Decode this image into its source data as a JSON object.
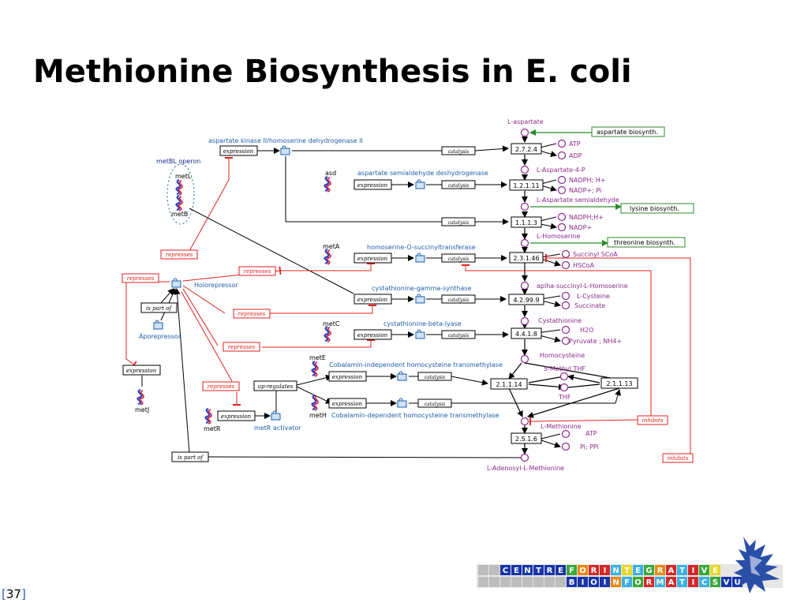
{
  "slide": {
    "title": "Methionine Biosynthesis in E. coli",
    "page_number": "37"
  },
  "pathway": {
    "metabolites": {
      "l_aspartate": "L-aspartate",
      "atp1": "ATP",
      "adp": "ADP",
      "l_aspartate_4_p": "L-Aspartate-4-P",
      "nadph_h1": "NADPH; H+",
      "nadp_pi": "NADP+; Pi",
      "l_aspartate_semialdehyde": "L-Aspartate semialdehyde",
      "nadph_h2": "NADPH;H+",
      "nadp": "NADP+",
      "l_homoserine": "L-Homoserine",
      "succinyl_scoa": "Succinyl SCoA",
      "hscoa": "HSCoA",
      "succinyl_homoserine": "aplha-succinyl-L-Homoserine",
      "l_cysteine": "L-Cysteine",
      "succinate": "Succinate",
      "cystathionine": "Cystathionine",
      "h2o": "H2O",
      "pyruvate_nh4": "Pyruvate ; NH4+",
      "homocysteine": "Homocysteine",
      "methyl_thf": "5-Methyl THF",
      "thf": "THF",
      "l_methionine": "L-Methionine",
      "atp2": "ATP",
      "pi_ppi": "Pi; PPi",
      "sam": "L-Adenosyl-L-Methionine"
    },
    "ec_numbers": {
      "ec1": "2.7.2.4",
      "ec2": "1.2.1.11",
      "ec3": "1.1.1.3",
      "ec4": "2.3.1.46",
      "ec5": "4.2.99.9",
      "ec6": "4.4.1.8",
      "ec7": "2.1.1.14",
      "ec8": "2.1.1.13",
      "ec9": "2.5.1.6"
    },
    "enzymes": {
      "askII": "aspartate kinase II/homoserine dehydrogenase II",
      "asd": "aspartate semialdehyde deshydrogenase",
      "metA": "homoserine-O-succinyltransferase",
      "metB": "cystathionine-gamma-synthase",
      "metC": "cystathionine-beta-lyase",
      "metE": "Cobalamin-independent homocysteine transmethylase",
      "metH": "Cobalamin-dependent homocysteine transmethylase",
      "holorepressor": "Holorepressor",
      "aporepressor": "Aporepressor",
      "metR_activator": "metR activator"
    },
    "genes": {
      "metBL_operon": "metBL operon",
      "metL": "metL",
      "metB": "metB",
      "asd": "asd",
      "metA": "metA",
      "metC": "metC",
      "metE": "metE",
      "metH": "metH",
      "metJ": "metJ",
      "metR": "metR"
    },
    "other_pathways": {
      "aspartate_biosynth": "aspartate biosynth.",
      "lysine_biosynth": "lysine biosynth.",
      "threonine_biosynth": "threonine biosynth."
    },
    "relations": {
      "expression": "expression",
      "catalysis": "catalysis",
      "represses": "represses",
      "is_part_of": "is part of",
      "up_regulates": "up-regulates",
      "inhibits": "inhibits"
    }
  },
  "logo": {
    "row1": [
      "C",
      "E",
      "N",
      "T",
      "R",
      "E",
      "F",
      "O",
      "R",
      "I",
      "N",
      "T",
      "E",
      "G",
      "R",
      "A",
      "T",
      "I",
      "V",
      "E"
    ],
    "row2": [
      "B",
      "I",
      "O",
      "I",
      "N",
      "F",
      "O",
      "R",
      "M",
      "A",
      "T",
      "I",
      "C",
      "S",
      "V",
      "U"
    ],
    "colors": {
      "c_blue": "#1a35a8",
      "c_green": "#3aa83a",
      "c_orange": "#e88a18",
      "c_red": "#d42828",
      "c_cyan": "#3ab0e0",
      "c_yellow": "#e8d828",
      "c_grey": "#bdbdbd"
    }
  },
  "colors": {
    "metabolite": "#8a2a8a",
    "enzyme_text": "#1f5fa8",
    "repress": "#e02020",
    "pathway_box": "#2a8a2a"
  }
}
